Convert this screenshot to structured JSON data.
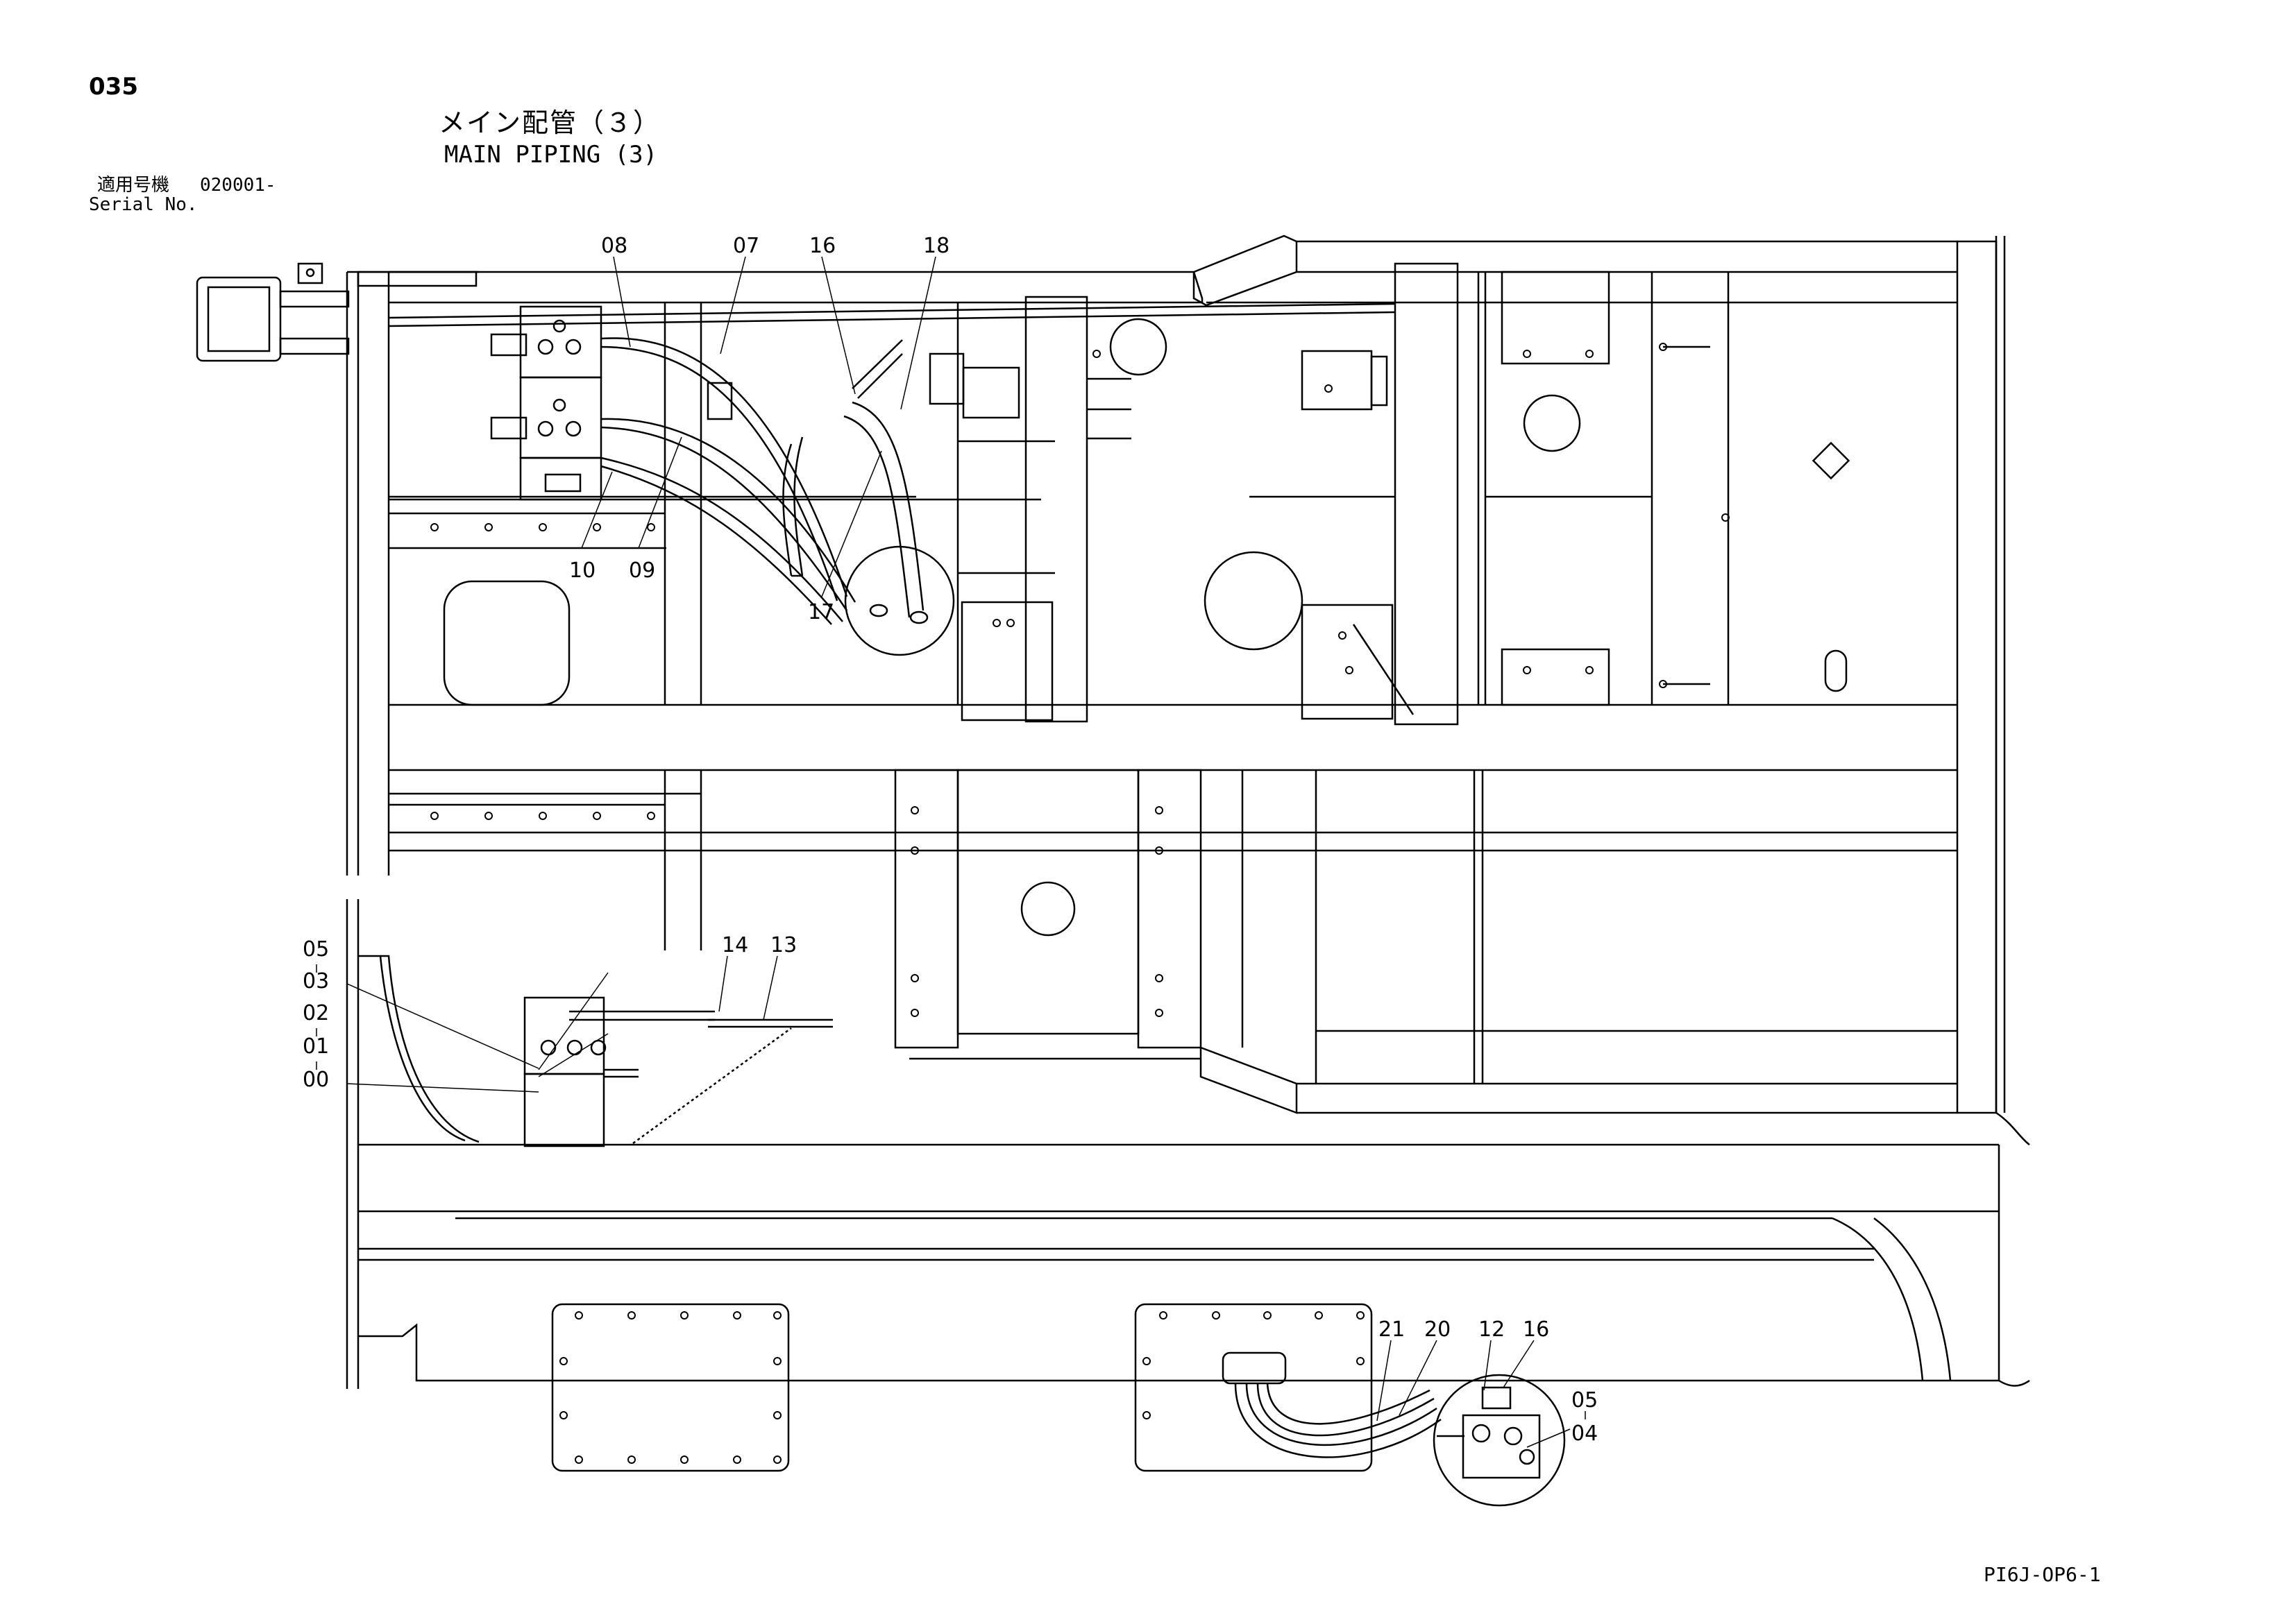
{
  "page_number": "035",
  "title": {
    "japanese": "メイン配管（３）",
    "english": "MAIN PIPING (3)"
  },
  "serial": {
    "label_ja": "適用号機",
    "number": "020001-",
    "label_en": "Serial No."
  },
  "drawing_code": "PI6J-OP6-1",
  "callouts": {
    "top": {
      "c08": "08",
      "c07": "07",
      "c16": "16",
      "c18": "18",
      "c10": "10",
      "c09": "09",
      "c17": "17"
    },
    "left": {
      "c05": "05",
      "c03": "03",
      "c02": "02",
      "c01": "01",
      "c00": "00",
      "c14": "14",
      "c13": "13"
    },
    "bottom": {
      "c21": "21",
      "c20": "20",
      "c12": "12",
      "c16": "16",
      "c05": "05",
      "c04": "04"
    }
  }
}
